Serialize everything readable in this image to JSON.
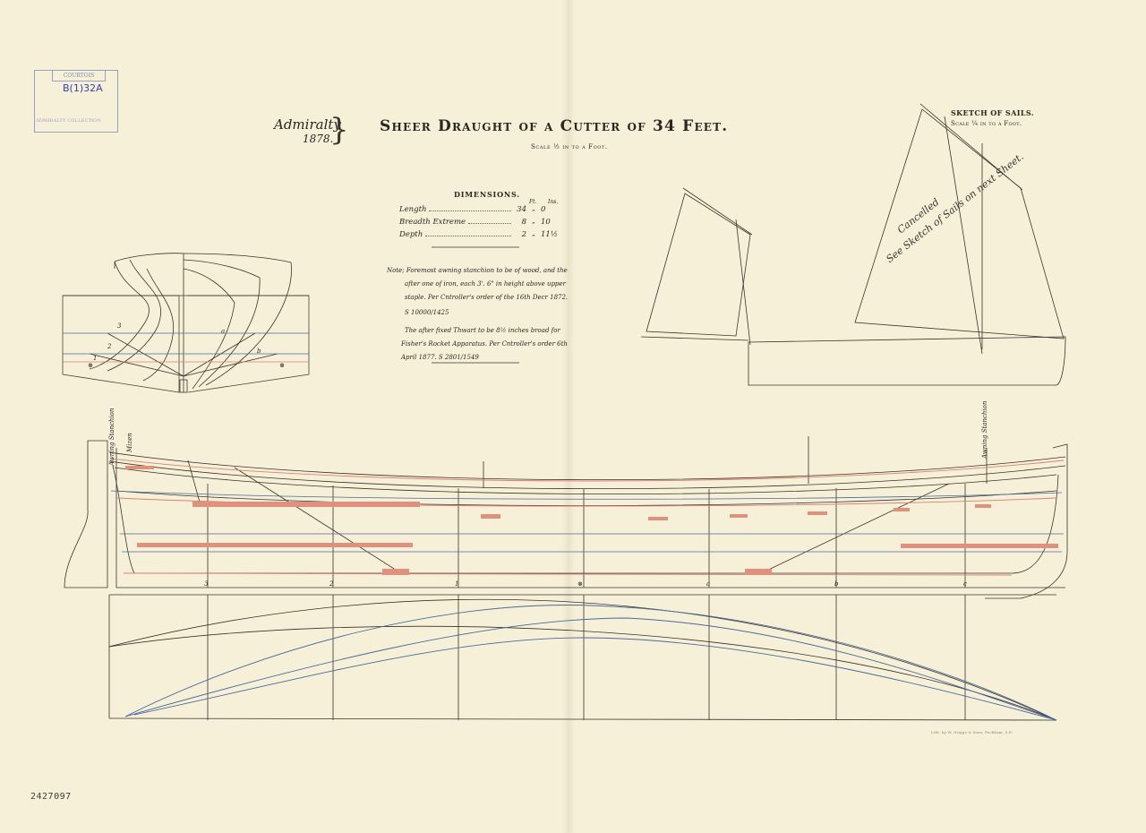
{
  "title": "Sheer Draught of a Cutter of 34 Feet.",
  "scale_note": "Scale ½ in to a Foot.",
  "authority": {
    "name": "Admiralty",
    "year": "1878."
  },
  "stamp": {
    "heading": "COURTOIS",
    "code": "B(1)32A",
    "footer": "ADMIRALTY COLLECTION"
  },
  "dimensions": {
    "heading": "DIMENSIONS.",
    "unit_ft": "Ft.",
    "unit_in": "Ins.",
    "rows": [
      {
        "label": "Length",
        "ft": "34",
        "in": "0"
      },
      {
        "label": "Breadth Extreme",
        "ft": "8",
        "in": "10"
      },
      {
        "label": "Depth",
        "ft": "2",
        "in": "11½"
      }
    ]
  },
  "notes": [
    "Note; Foremost awning stanchion to be of wood, and the",
    "after one of iron, each 3'. 6\" in height above upper",
    "staple. Per Cntroller's order of the 16th Decr 1872.",
    "S 10000/1425",
    "The after fixed Thwart to be 8½ inches broad for",
    "Fisher's Rocket Apparatus. Per Cntroller's order 6th",
    "April 1877. S 2801/1549"
  ],
  "sails": {
    "title": "SKETCH OF SAILS.",
    "scale": "Scale ¼ in to a Foot."
  },
  "annotation": [
    "Cancelled",
    "See Sketch of Sails on next Sheet."
  ],
  "labels": {
    "mizen": "Mizen",
    "awning_fwd": "Awning Stanchion",
    "awning_aft": "Awning Stanchion"
  },
  "stations": [
    "3",
    "2",
    "1",
    "⊗",
    "a",
    "b",
    "c"
  ],
  "body_plan_marks": [
    "3",
    "2",
    "1",
    "⊗",
    "a",
    "b",
    "⊗"
  ],
  "catalog_number": "2427097",
  "printer": "Lith. by W. Griggs & Sons, Peckham, S.E.",
  "colors": {
    "paper": "#f7f0d9",
    "ink": "#2a2620",
    "red": "#d9826f",
    "blue": "#4a6a9a"
  }
}
